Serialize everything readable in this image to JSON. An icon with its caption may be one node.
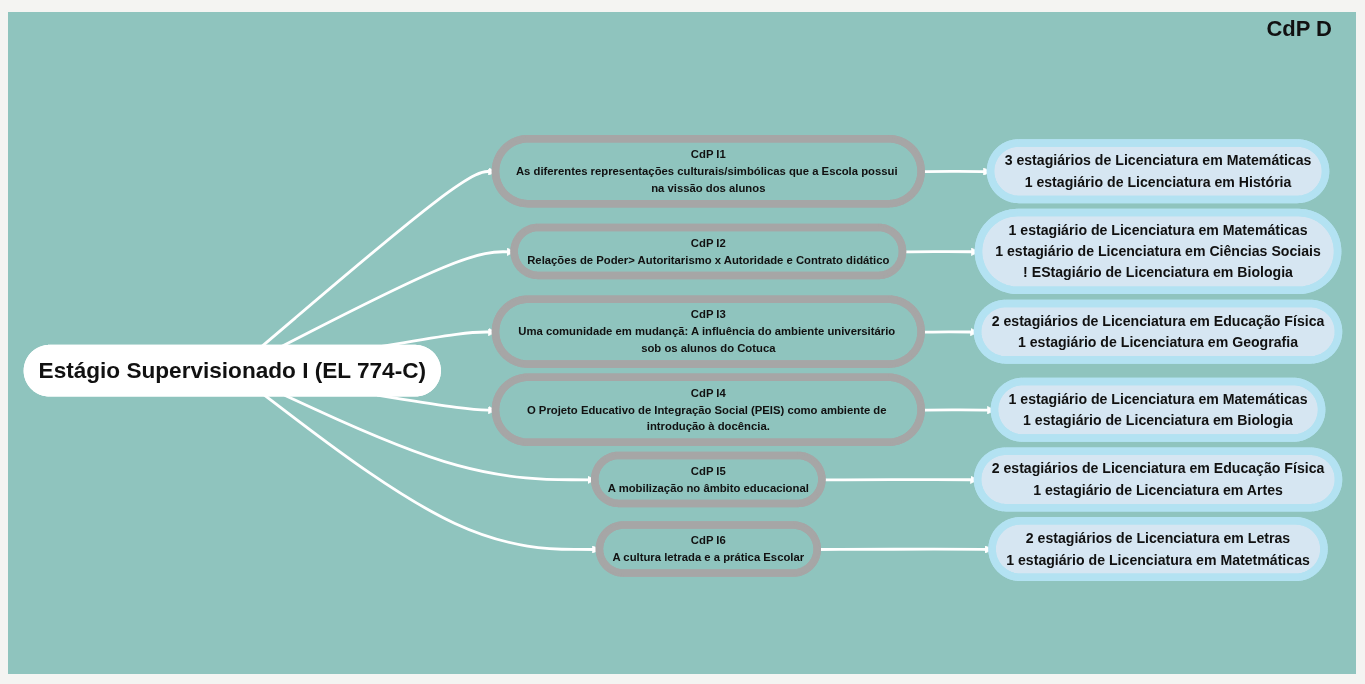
{
  "diagram": {
    "nodes": [
      {
        "text": [
          "Estágio Supervisionado I (EL 774-C)"
        ]
      },
      {
        "text": [
          "CdP I1",
          "As diferentes representações culturais/simbólicas que a Escola possui na vissão dos alunos"
        ]
      },
      {
        "text": [
          "CdP I2",
          "Relações de Poder> Autoritarismo x Autoridade e Contrato didático"
        ]
      },
      {
        "text": [
          "CdP I3",
          "Uma comunidade em mudançã: A influência do ambiente universitário sob os alunos do Cotuca"
        ]
      },
      {
        "text": [
          "CdP I4",
          "O Projeto Educativo de Integração Social (PEIS) como ambiente de introdução à docência."
        ]
      },
      {
        "text": [
          "CdP I5",
          "A mobilização no âmbito educacional"
        ]
      },
      {
        "text": [
          "CdP I6",
          "A cultura letrada e a prática Escolar"
        ]
      },
      {
        "text": [
          "3 estagiários de Licenciatura em Matemáticas",
          "1 estagiário de Licenciatura em História"
        ]
      },
      {
        "text": [
          "1 estagiário de Licenciatura em Matemáticas",
          "1 estagiário de Licenciatura em Ciências Sociais",
          "! EStagiário de Licenciatura em Biologia"
        ]
      },
      {
        "text": [
          "2 estagiários de Licenciatura em Educação Física",
          "1 estagiário de Licenciatura em Geografia"
        ]
      },
      {
        "text": [
          "1 estagiário de Licenciatura em Matemáticas",
          "1 estagiário de Licenciatura em Biologia"
        ]
      },
      {
        "text": [
          "2 estagiários de Licenciatura em Educação Física",
          "1 estagiário de Licenciatura em Artes"
        ]
      },
      {
        "text": [
          "2 estagiários de Licenciatura em Letras",
          "1 estagiário de Licenciatura em Matetmáticas"
        ]
      }
    ],
    "edges": [
      {
        "from": 0,
        "to": 1,
        "arrow": "to"
      },
      {
        "from": 0,
        "to": 2,
        "arrow": "to"
      },
      {
        "from": 0,
        "to": 3,
        "arrow": "to"
      },
      {
        "from": 0,
        "to": 4,
        "arrow": "to"
      },
      {
        "from": 0,
        "to": 5,
        "arrow": "to"
      },
      {
        "from": 0,
        "to": 6,
        "arrow": "to"
      },
      {
        "from": 1,
        "to": 7,
        "arrow": "to"
      },
      {
        "from": 2,
        "to": 8,
        "arrow": "to"
      },
      {
        "from": 3,
        "to": 9,
        "arrow": "to"
      },
      {
        "from": 4,
        "to": 10,
        "arrow": "to"
      },
      {
        "from": 5,
        "to": 11,
        "arrow": "to"
      },
      {
        "from": 6,
        "to": 12,
        "arrow": "to"
      }
    ],
    "labels": [
      "CdP D"
    ]
  }
}
